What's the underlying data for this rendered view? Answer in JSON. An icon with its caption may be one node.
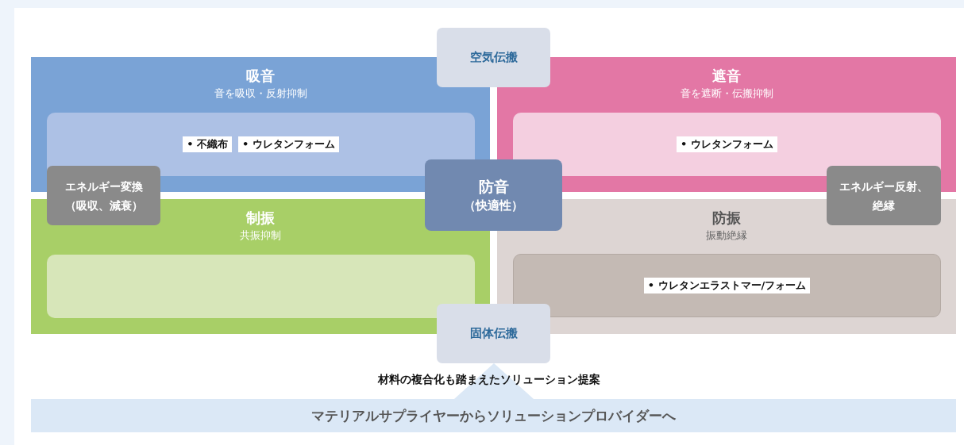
{
  "diagram": {
    "nodes": [
      {
        "text": [
          "吸音",
          "音を吸収・反射抑制"
        ]
      },
      {
        "text": [
          "• 不織布",
          "• ウレタンフォーム"
        ],
        "in": 0
      },
      {
        "text": [
          "遮音",
          "音を遮断・伝搬抑制"
        ]
      },
      {
        "text": [
          "• ウレタンフォーム"
        ],
        "in": 2
      },
      {
        "text": [
          "制振",
          "共振抑制"
        ]
      },
      {
        "text": [],
        "shape": "box",
        "in": 4
      },
      {
        "text": [
          "防振",
          "振動絶縁"
        ]
      },
      {
        "text": [
          "• ウレタンエラストマー/フォーム"
        ],
        "in": 6
      },
      {
        "text": [
          "空気伝搬"
        ]
      },
      {
        "text": [
          "防音",
          "（快適性）"
        ]
      },
      {
        "text": [
          "エネルギー変換（吸収、減衰）"
        ]
      },
      {
        "text": [
          "エネルギー反射、絶縁"
        ]
      },
      {
        "text": [
          "固体伝搬"
        ]
      },
      {
        "text": [
          "マテリアルサプライヤーからソリューションプロバイダーへ"
        ]
      },
      {
        "text": [],
        "shape": "triangle"
      }
    ],
    "edges": [],
    "labels": [
      "材料の複合化も踏まえたソリューション提案"
    ]
  }
}
